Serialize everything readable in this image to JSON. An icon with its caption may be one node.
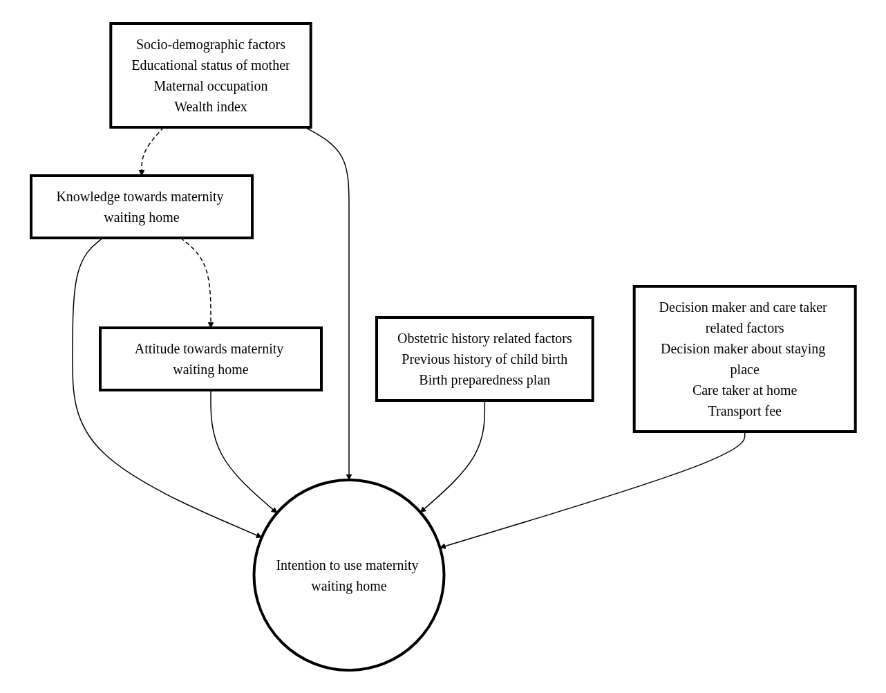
{
  "diagram": {
    "nodes": [
      {
        "text": [
          "Knowledge towards maternity waiting home"
        ]
      },
      {
        "text": [
          "Attitude towards maternity waiting home"
        ]
      },
      {
        "text": [
          "Intention to use maternity waiting home"
        ]
      },
      {
        "text": [
          "Socio-demographic factors",
          "Educational status of mother",
          "Maternal occupation",
          "Wealth index"
        ]
      },
      {
        "text": [
          "Decision maker and care taker related factors",
          "Decision maker about staying place",
          "Care taker at home",
          "Transport fee"
        ]
      },
      {
        "text": [
          "Obstetric history related factors",
          "Previous history of child birth",
          "Birth preparedness plan"
        ]
      }
    ],
    "edges": [
      {
        "from": 0,
        "to": 1,
        "arrow": "to",
        "style": "dashed"
      },
      {
        "from": 3,
        "to": 0,
        "arrow": "to",
        "style": "dashed"
      },
      {
        "from": 0,
        "to": 2,
        "arrow": "to"
      },
      {
        "from": 1,
        "to": 2,
        "arrow": "to"
      },
      {
        "from": 3,
        "to": 2,
        "arrow": "to"
      },
      {
        "from": 5,
        "to": 2,
        "arrow": "to"
      },
      {
        "from": 4,
        "to": 2,
        "arrow": "to"
      }
    ]
  }
}
